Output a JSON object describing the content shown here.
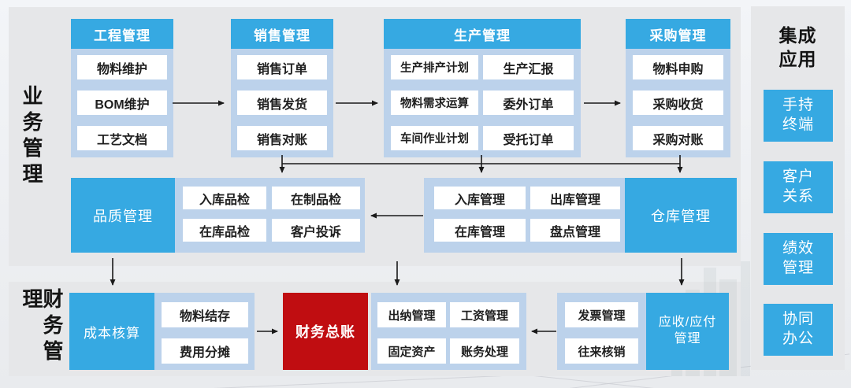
{
  "labels": {
    "business": "业务管理",
    "finance": "财务管理"
  },
  "colors": {
    "accent_blue": "#36a9e2",
    "container_light_blue": "#bcd2eb",
    "ledger_red": "#c00d11",
    "panel_gray": "#e6e7e9"
  },
  "top_groups": [
    {
      "title": "工程管理",
      "items": [
        "物料维护",
        "BOM维护",
        "工艺文档"
      ]
    },
    {
      "title": "销售管理",
      "items": [
        "销售订单",
        "销售发货",
        "销售对账"
      ]
    },
    {
      "title": "生产管理",
      "columns": [
        [
          "生产排产计划",
          "物料需求运算",
          "车间作业计划"
        ],
        [
          "生产汇报",
          "委外订单",
          "受托订单"
        ]
      ]
    },
    {
      "title": "采购管理",
      "items": [
        "物料申购",
        "采购收货",
        "采购对账"
      ]
    }
  ],
  "middle": {
    "quality_box": "品质管理",
    "quality_items": [
      "入库品检",
      "在制品检",
      "在库品检",
      "客户投诉"
    ],
    "warehouse_items": [
      "入库管理",
      "出库管理",
      "在库管理",
      "盘点管理"
    ],
    "warehouse_box": "仓库管理"
  },
  "bottom": {
    "cost_box": "成本核算",
    "cost_items": [
      "物料结存",
      "费用分摊"
    ],
    "ledger_box": "财务总账",
    "treasury_items": [
      "出纳管理",
      "工资管理",
      "固定资产",
      "账务处理"
    ],
    "invoice_items": [
      "发票管理",
      "往来核销"
    ],
    "ar_ap_box": "应收/应付\n管理"
  },
  "right_panel": {
    "title": "集成\n应用",
    "items": [
      "手持\n终端",
      "客户\n关系",
      "绩效\n管理",
      "协同\n办公"
    ]
  }
}
